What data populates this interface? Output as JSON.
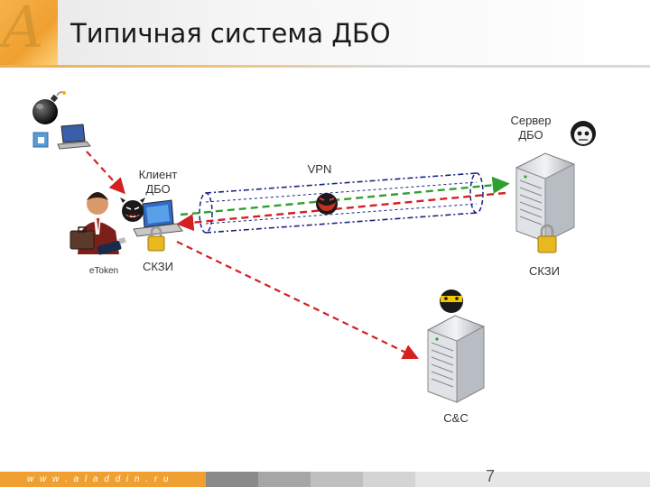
{
  "slide": {
    "title": "Типичная система ДБО",
    "footer_url": "w w w . a l a d d i n . r u",
    "page_number": "7"
  },
  "labels": {
    "client": "Клиент\nДБО",
    "client_skzi": "СКЗИ",
    "etoken": "eToken",
    "vpn": "VPN",
    "server": "Сервер\nДБО",
    "server_skzi": "СКЗИ",
    "cnc": "С&C"
  },
  "colors": {
    "accent_orange": "#f0a030",
    "attack_red": "#d42020",
    "tunnel_green": "#2ea02e",
    "tunnel_blue": "#1a237e"
  },
  "icons": [
    "bomb-icon",
    "laptop-icon",
    "malware-face-icon",
    "padlock-icon",
    "businessman-icon",
    "usb-token-icon",
    "server-icon",
    "skull-icon",
    "devil-face-icon"
  ]
}
